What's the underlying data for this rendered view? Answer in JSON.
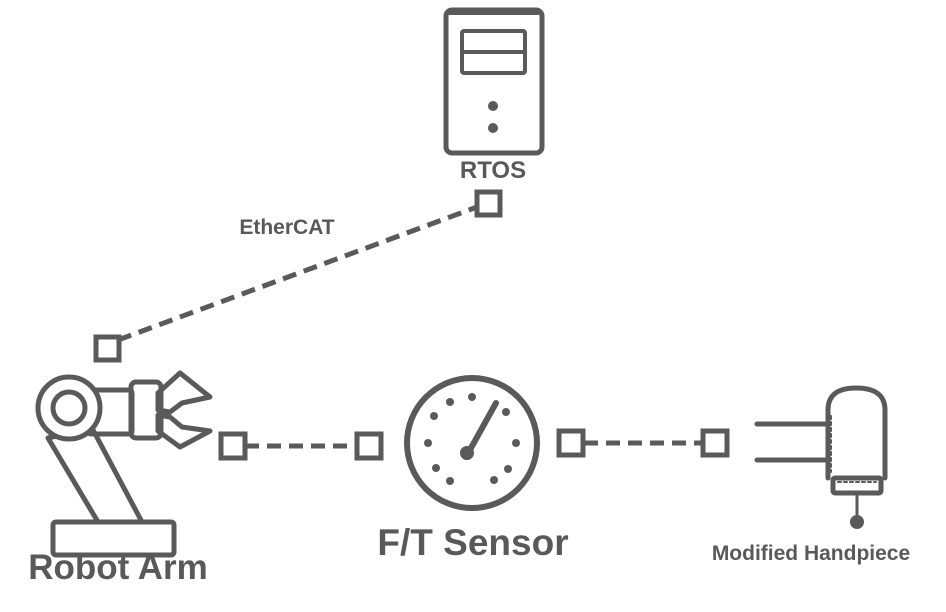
{
  "diagram": {
    "nodes": {
      "rtos": {
        "label": "RTOS",
        "icon": "server-tower-icon"
      },
      "robot_arm": {
        "label": "Robot Arm",
        "icon": "robot-arm-icon"
      },
      "ft_sensor": {
        "label": "F/T Sensor",
        "icon": "gauge-dial-icon"
      },
      "handpiece": {
        "label": "Modified Handpiece",
        "icon": "handpiece-icon"
      }
    },
    "connections": [
      {
        "from": "robot_arm",
        "to": "rtos",
        "label": "EtherCAT",
        "style": "dashed"
      },
      {
        "from": "robot_arm",
        "to": "ft_sensor",
        "label": "",
        "style": "dashed"
      },
      {
        "from": "ft_sensor",
        "to": "handpiece",
        "label": "",
        "style": "dashed"
      }
    ],
    "colors": {
      "stroke": "#5a5a5a",
      "text": "#595959",
      "background": "#ffffff"
    }
  }
}
